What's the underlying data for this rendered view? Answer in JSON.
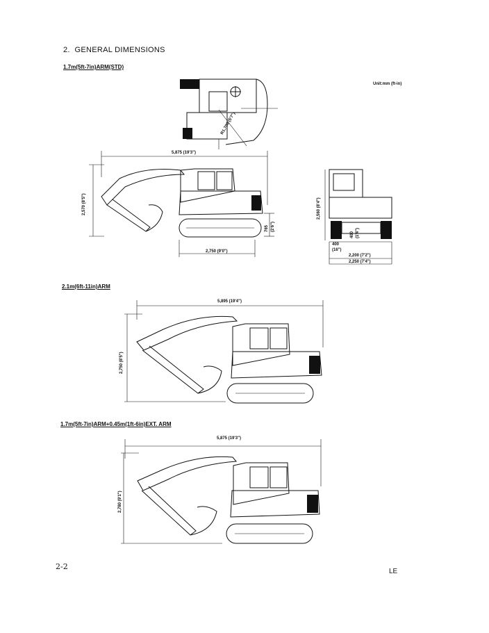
{
  "section": {
    "number": "2.",
    "title": "GENERAL DIMENSIONS"
  },
  "unit_label": "Unit:mm (ft-in)",
  "figures": [
    {
      "subtitle": "1.7m(5ft-7in)ARM(STD)",
      "dims": {
        "overall_length": "5,875 (19'3\")",
        "height": "2,570 (8'5\")",
        "track_length": "2,750 (9'0\")",
        "clearance": "765",
        "clearance_ft": "(2'6\")",
        "tail_radius": "R1,700",
        "tail_radius_ft": "(5'7\")"
      },
      "front_view": {
        "cab_height": "2,560 (8'4\")",
        "ground_clearance": "400",
        "ground_clearance_ft": "(1'4\")",
        "shoe_width": "400",
        "shoe_width_ft": "(16\")",
        "track_gauge": "2,200 (7'2\")",
        "overall_width": "2,250 (7'4\")"
      }
    },
    {
      "subtitle": "2.1m(6ft-11in)ARM",
      "dims": {
        "overall_length": "5,895 (19'4\")",
        "height": "2,750 (8'5\")"
      }
    },
    {
      "subtitle": "1.7m(5ft-7in)ARM+0.45m(1ft-6in)EXT. ARM",
      "dims": {
        "overall_length": "5,875 (19'3\")",
        "height": "2,780 (9'1\")"
      }
    }
  ],
  "footer": {
    "page": "2-2",
    "code": "LE"
  }
}
